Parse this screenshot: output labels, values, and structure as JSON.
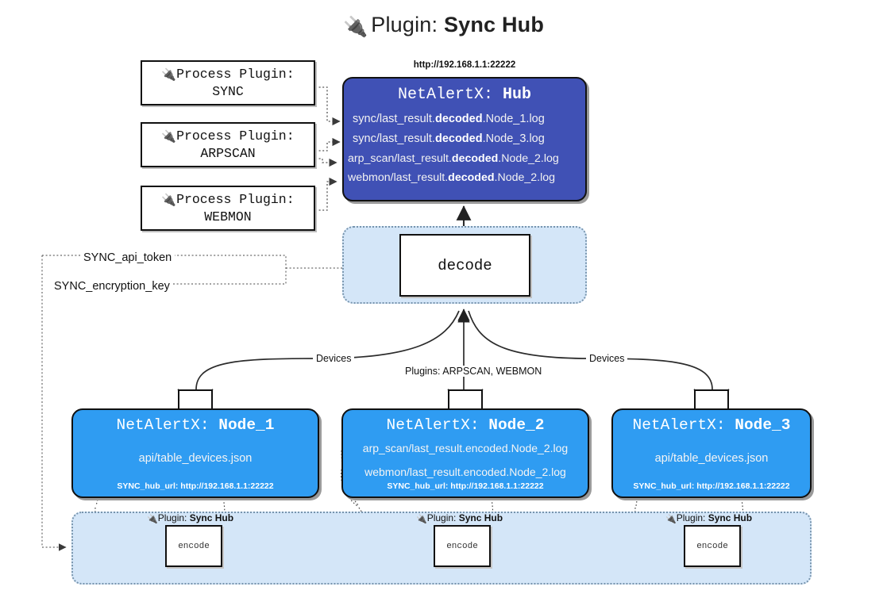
{
  "title": {
    "icon": "plug-icon",
    "prefix": "Plugin:",
    "name": "Sync Hub"
  },
  "process_plugins": [
    {
      "label": "Process Plugin:",
      "name": "SYNC",
      "icon": "plug-icon"
    },
    {
      "label": "Process Plugin:",
      "name": "ARPSCAN",
      "icon": "plug-icon"
    },
    {
      "label": "Process Plugin:",
      "name": "WEBMON",
      "icon": "plug-icon"
    }
  ],
  "hub": {
    "url": "http://192.168.1.1:22222",
    "title_prefix": "NetAlertX:",
    "title_name": "Hub",
    "logs": [
      {
        "pre": "sync/last_result.",
        "bold": "decoded",
        "post": ".Node_1.log"
      },
      {
        "pre": "sync/last_result.",
        "bold": "decoded",
        "post": ".Node_3.log"
      },
      {
        "pre": "arp_scan/last_result.",
        "bold": "decoded",
        "post": ".Node_2.log"
      },
      {
        "pre": "webmon/last_result.",
        "bold": "decoded",
        "post": ".Node_2.log"
      }
    ]
  },
  "decode": {
    "label": "decode"
  },
  "secrets": [
    {
      "label": "SYNC_api_token"
    },
    {
      "label": "SYNC_encryption_key"
    }
  ],
  "edge_labels": {
    "devices_left": "Devices",
    "plugins_center": "Plugins: ARPSCAN, WEBMON",
    "devices_right": "Devices"
  },
  "nodes": [
    {
      "title_prefix": "NetAlertX:",
      "title_name": "Node_1",
      "lines": [
        "api/table_devices.json"
      ],
      "hub_url": "SYNC_hub_url: http://192.168.1.1:22222"
    },
    {
      "title_prefix": "NetAlertX:",
      "title_name": "Node_2",
      "lines": [
        "arp_scan/last_result.encoded.Node_2.log",
        "webmon/last_result.encoded.Node_2.log"
      ],
      "hub_url": "SYNC_hub_url: http://192.168.1.1:22222"
    },
    {
      "title_prefix": "NetAlertX:",
      "title_name": "Node_3",
      "lines": [
        "api/table_devices.json"
      ],
      "hub_url": "SYNC_hub_url: http://192.168.1.1:22222"
    }
  ],
  "encode_units": [
    {
      "plugin_prefix": "Plugin:",
      "plugin_name": "Sync Hub",
      "box_label": "encode",
      "icon": "plug-icon"
    },
    {
      "plugin_prefix": "Plugin:",
      "plugin_name": "Sync Hub",
      "box_label": "encode",
      "icon": "plug-icon"
    },
    {
      "plugin_prefix": "Plugin:",
      "plugin_name": "Sync Hub",
      "box_label": "encode",
      "icon": "plug-icon"
    }
  ],
  "colors": {
    "hub_fill": "#4051b5",
    "node_fill": "#2f9cf2",
    "band_fill": "#d4e6f8",
    "band_border": "#7794ad",
    "stroke": "#111111"
  }
}
